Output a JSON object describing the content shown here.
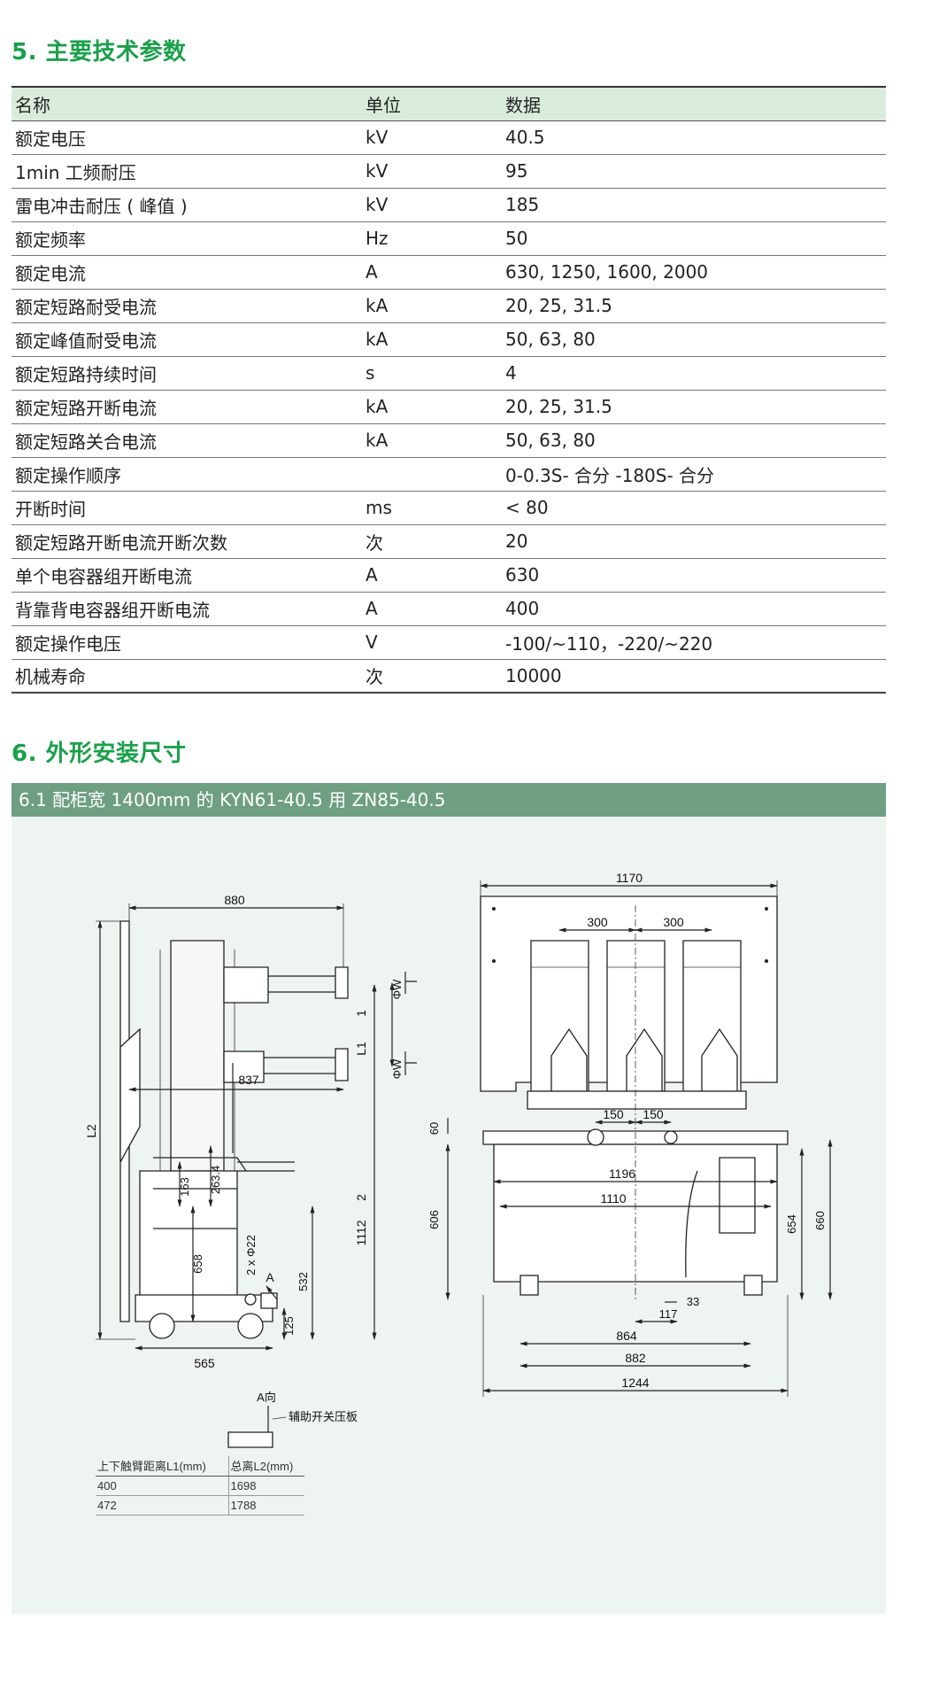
{
  "section5": {
    "title": "5. 主要技术参数"
  },
  "spec_table": {
    "headers": [
      "名称",
      "单位",
      "数据"
    ],
    "rows": [
      [
        "额定电压",
        "kV",
        "40.5"
      ],
      [
        "1min 工频耐压",
        "kV",
        "95"
      ],
      [
        "雷电冲击耐压 ( 峰值 )",
        "kV",
        "185"
      ],
      [
        "额定频率",
        "Hz",
        "50"
      ],
      [
        "额定电流",
        "A",
        "630, 1250, 1600, 2000"
      ],
      [
        "额定短路耐受电流",
        "kA",
        "20, 25, 31.5"
      ],
      [
        "额定峰值耐受电流",
        "kA",
        "50, 63, 80"
      ],
      [
        "额定短路持续时间",
        "s",
        "4"
      ],
      [
        "额定短路开断电流",
        "kA",
        "20, 25, 31.5"
      ],
      [
        "额定短路关合电流",
        "kA",
        "50, 63, 80"
      ],
      [
        "额定操作顺序",
        "",
        "0-0.3S- 合分 -180S- 合分"
      ],
      [
        "开断时间",
        "ms",
        "< 80"
      ],
      [
        "额定短路开断电流开断次数",
        "次",
        "20"
      ],
      [
        "单个电容器组开断电流",
        "A",
        "630"
      ],
      [
        "背靠背电容器组开断电流",
        "A",
        "400"
      ],
      [
        "额定操作电压",
        "V",
        "-100/~110，-220/~220"
      ],
      [
        "机械寿命",
        "次",
        "10000"
      ]
    ]
  },
  "section6": {
    "title": "6. 外形安装尺寸"
  },
  "figure": {
    "caption": "6.1 配柜宽 1400mm 的 KYN61-40.5 用 ZN85-40.5",
    "side_view_labels": {
      "d880": "880",
      "d837": "837",
      "d565": "565",
      "d163": "163",
      "d263": "263.4",
      "d658": "658",
      "d532": "532",
      "d125": "125",
      "d1112": "1112",
      "d2": "2",
      "d1": "1",
      "L1": "L1",
      "L2": "L2",
      "phiW1": "ΦW",
      "phiW2": "ΦW",
      "hole": "2 x Φ22",
      "arrowA": "A"
    },
    "front_view_labels": {
      "d1170": "1170",
      "d300a": "300",
      "d300b": "300",
      "d150a": "150",
      "d150b": "150",
      "d60": "60",
      "d606": "606",
      "d1196": "1196",
      "d1110": "1110",
      "d654": "654",
      "d660": "660",
      "d33": "33",
      "d117": "117",
      "d864": "864",
      "d882": "882",
      "d1244": "1244"
    },
    "direction_label": "A向",
    "aux_switch_label": "辅助开关压板"
  },
  "l1_table": {
    "headers": [
      "上下触臂距离L1(mm)",
      "总离L2(mm)"
    ],
    "rows": [
      [
        "400",
        "1698"
      ],
      [
        "472",
        "1788"
      ]
    ]
  },
  "colors": {
    "title_green": "#1aa04a",
    "header_bg": "#d9ecdc",
    "caption_bar": "#6e9f83",
    "figure_bg": "#eef4ef"
  }
}
